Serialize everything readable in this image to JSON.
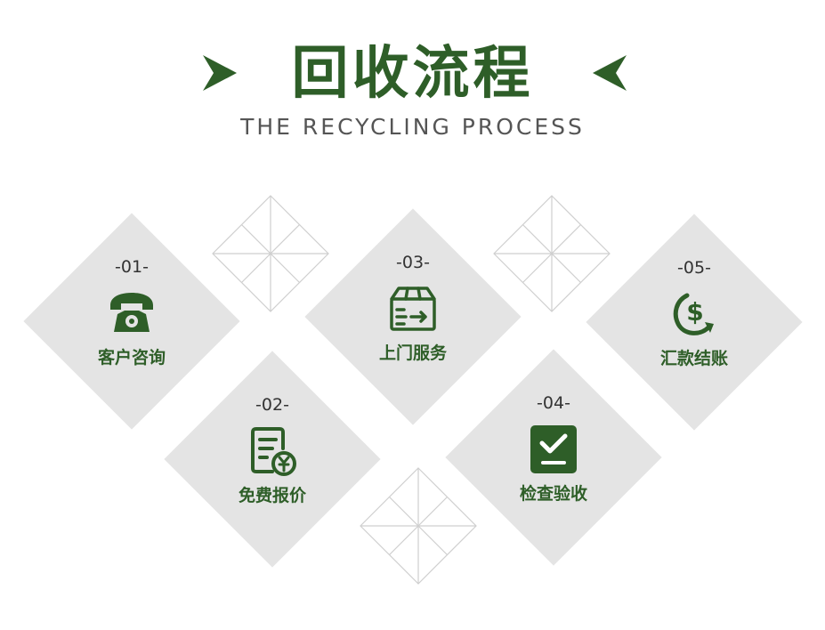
{
  "header": {
    "title": "回收流程",
    "subtitle": "THE RECYCLING PROCESS"
  },
  "colors": {
    "accent": "#2e5e28",
    "diamond_bg": "#e4e4e4",
    "outline": "#cfcfcf"
  },
  "steps": [
    {
      "number": "-01-",
      "label": "客户咨询",
      "icon": "telephone-icon"
    },
    {
      "number": "-02-",
      "label": "免费报价",
      "icon": "quote-document-yen-icon"
    },
    {
      "number": "-03-",
      "label": "上门服务",
      "icon": "delivery-box-icon"
    },
    {
      "number": "-04-",
      "label": "检查验收",
      "icon": "checkbox-icon"
    },
    {
      "number": "-05-",
      "label": "汇款结账",
      "icon": "dollar-payment-icon"
    }
  ]
}
